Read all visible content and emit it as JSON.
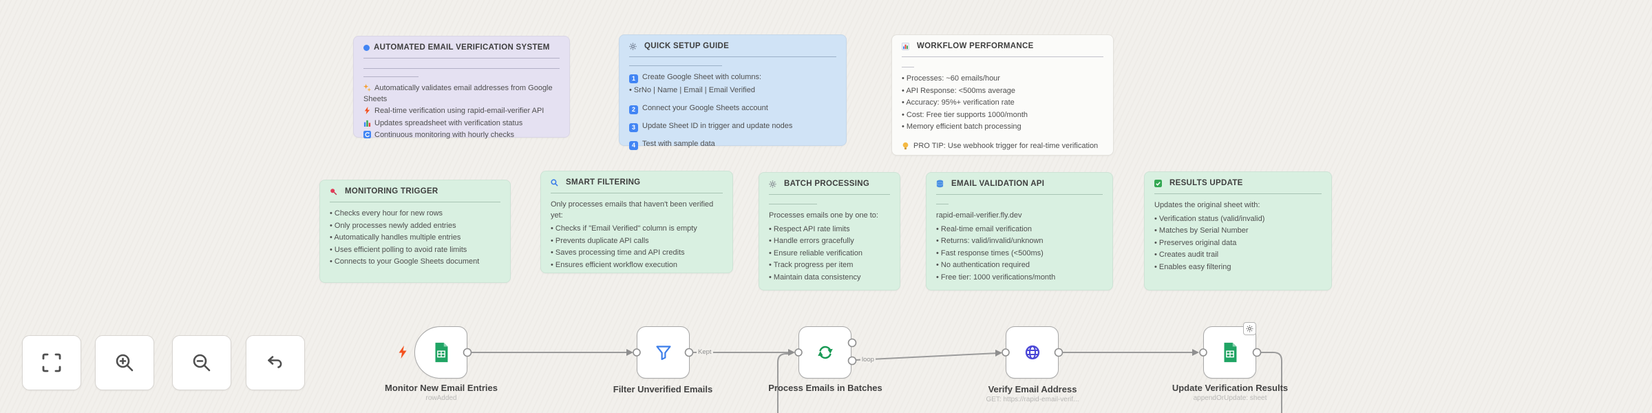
{
  "app": {
    "name": "workflow canvas"
  },
  "colors": {
    "canvas_bg": "#f2f0ec",
    "note_purple": "#e5e1f2",
    "note_blue": "#d0e3f6",
    "note_white": "#fbfbf9",
    "note_green": "#d9f0e1",
    "wire_gray": "#9b9b9b",
    "sheets_green": "#20a464",
    "filter_blue": "#3b7de9",
    "loop_green": "#1a9a55",
    "http_indigo": "#4a46d6",
    "trigger_bolt_orange": "#f4511e",
    "step_badge_blue": "#4285f4"
  },
  "notes": {
    "overview": {
      "icon": "blue-dot-icon",
      "title": "AUTOMATED EMAIL VERIFICATION SYSTEM",
      "items": [
        {
          "icon": "sparkles-icon",
          "text": "Automatically validates email addresses from Google Sheets"
        },
        {
          "icon": "bolt-icon",
          "text": "Real-time verification using rapid-email-verifier API"
        },
        {
          "icon": "bar-chart-icon",
          "text": "Updates spreadsheet with verification status"
        },
        {
          "icon": "refresh-icon",
          "text": "Continuous monitoring with hourly checks"
        }
      ]
    },
    "setup": {
      "icon": "gear-icon",
      "title": "QUICK SETUP GUIDE",
      "steps": [
        {
          "num": "1",
          "text": "Create Google Sheet with columns:",
          "sub": "• SrNo | Name | Email | Email Verified"
        },
        {
          "num": "2",
          "text": "Connect your Google Sheets account"
        },
        {
          "num": "3",
          "text": "Update Sheet ID in trigger and update nodes"
        },
        {
          "num": "4",
          "text": "Test with sample data"
        }
      ]
    },
    "performance": {
      "icon": "bar-chart-icon",
      "title": "WORKFLOW PERFORMANCE",
      "items": [
        "Processes: ~60 emails/hour",
        "API Response: <500ms average",
        "Accuracy: 95%+ verification rate",
        "Cost: Free tier supports 1000/month",
        "Memory efficient batch processing"
      ],
      "tip_icon": "bulb-icon",
      "tip": "PRO TIP: Use webhook trigger for real-time verification"
    },
    "monitoring": {
      "icon": "pin-icon",
      "title": "MONITORING TRIGGER",
      "items": [
        "Checks every hour for new rows",
        "Only processes newly added entries",
        "Automatically handles multiple entries",
        "Uses efficient polling to avoid rate limits",
        "Connects to your Google Sheets document"
      ]
    },
    "filtering": {
      "icon": "magnifier-icon",
      "title": "SMART FILTERING",
      "intro": "Only processes emails that haven't been verified yet:",
      "items": [
        "Checks if \"Email Verified\" column is empty",
        "Prevents duplicate API calls",
        "Saves processing time and API credits",
        "Ensures efficient workflow execution"
      ]
    },
    "batch": {
      "icon": "gear-icon",
      "title": "BATCH PROCESSING",
      "intro": "Processes emails one by one to:",
      "items": [
        "Respect API rate limits",
        "Handle errors gracefully",
        "Ensure reliable verification",
        "Track progress per item",
        "Maintain data consistency"
      ]
    },
    "api": {
      "icon": "database-icon",
      "title": "EMAIL VALIDATION API",
      "intro": "rapid-email-verifier.fly.dev",
      "items": [
        "Real-time email verification",
        "Returns: valid/invalid/unknown",
        "Fast response times (<500ms)",
        "No authentication required",
        "Free tier: 1000 verifications/month"
      ]
    },
    "results": {
      "icon": "check-icon",
      "title": "RESULTS UPDATE",
      "intro": "Updates the original sheet with:",
      "items": [
        "Verification status (valid/invalid)",
        "Matches by Serial Number",
        "Preserves original data",
        "Creates audit trail",
        "Enables easy filtering"
      ]
    }
  },
  "nodes": {
    "trigger": {
      "icon": "google-sheets-icon",
      "label": "Monitor New Email Entries",
      "subtitle": "rowAdded"
    },
    "filter": {
      "icon": "filter-icon",
      "label": "Filter Unverified Emails",
      "output_label": "Kept"
    },
    "batch": {
      "icon": "loop-icon",
      "label": "Process Emails in Batches",
      "output_label": "loop"
    },
    "http": {
      "icon": "globe-icon",
      "label": "Verify Email Address",
      "subtitle": "GET: https://rapid-email-verif..."
    },
    "update": {
      "icon": "google-sheets-icon",
      "badge": "gear-icon",
      "label": "Update Verification Results",
      "subtitle": "appendOrUpdate: sheet"
    }
  },
  "controls": {
    "fit": "fit-view-icon",
    "zoom_in": "zoom-in-icon",
    "zoom_out": "zoom-out-icon",
    "undo": "undo-icon"
  }
}
